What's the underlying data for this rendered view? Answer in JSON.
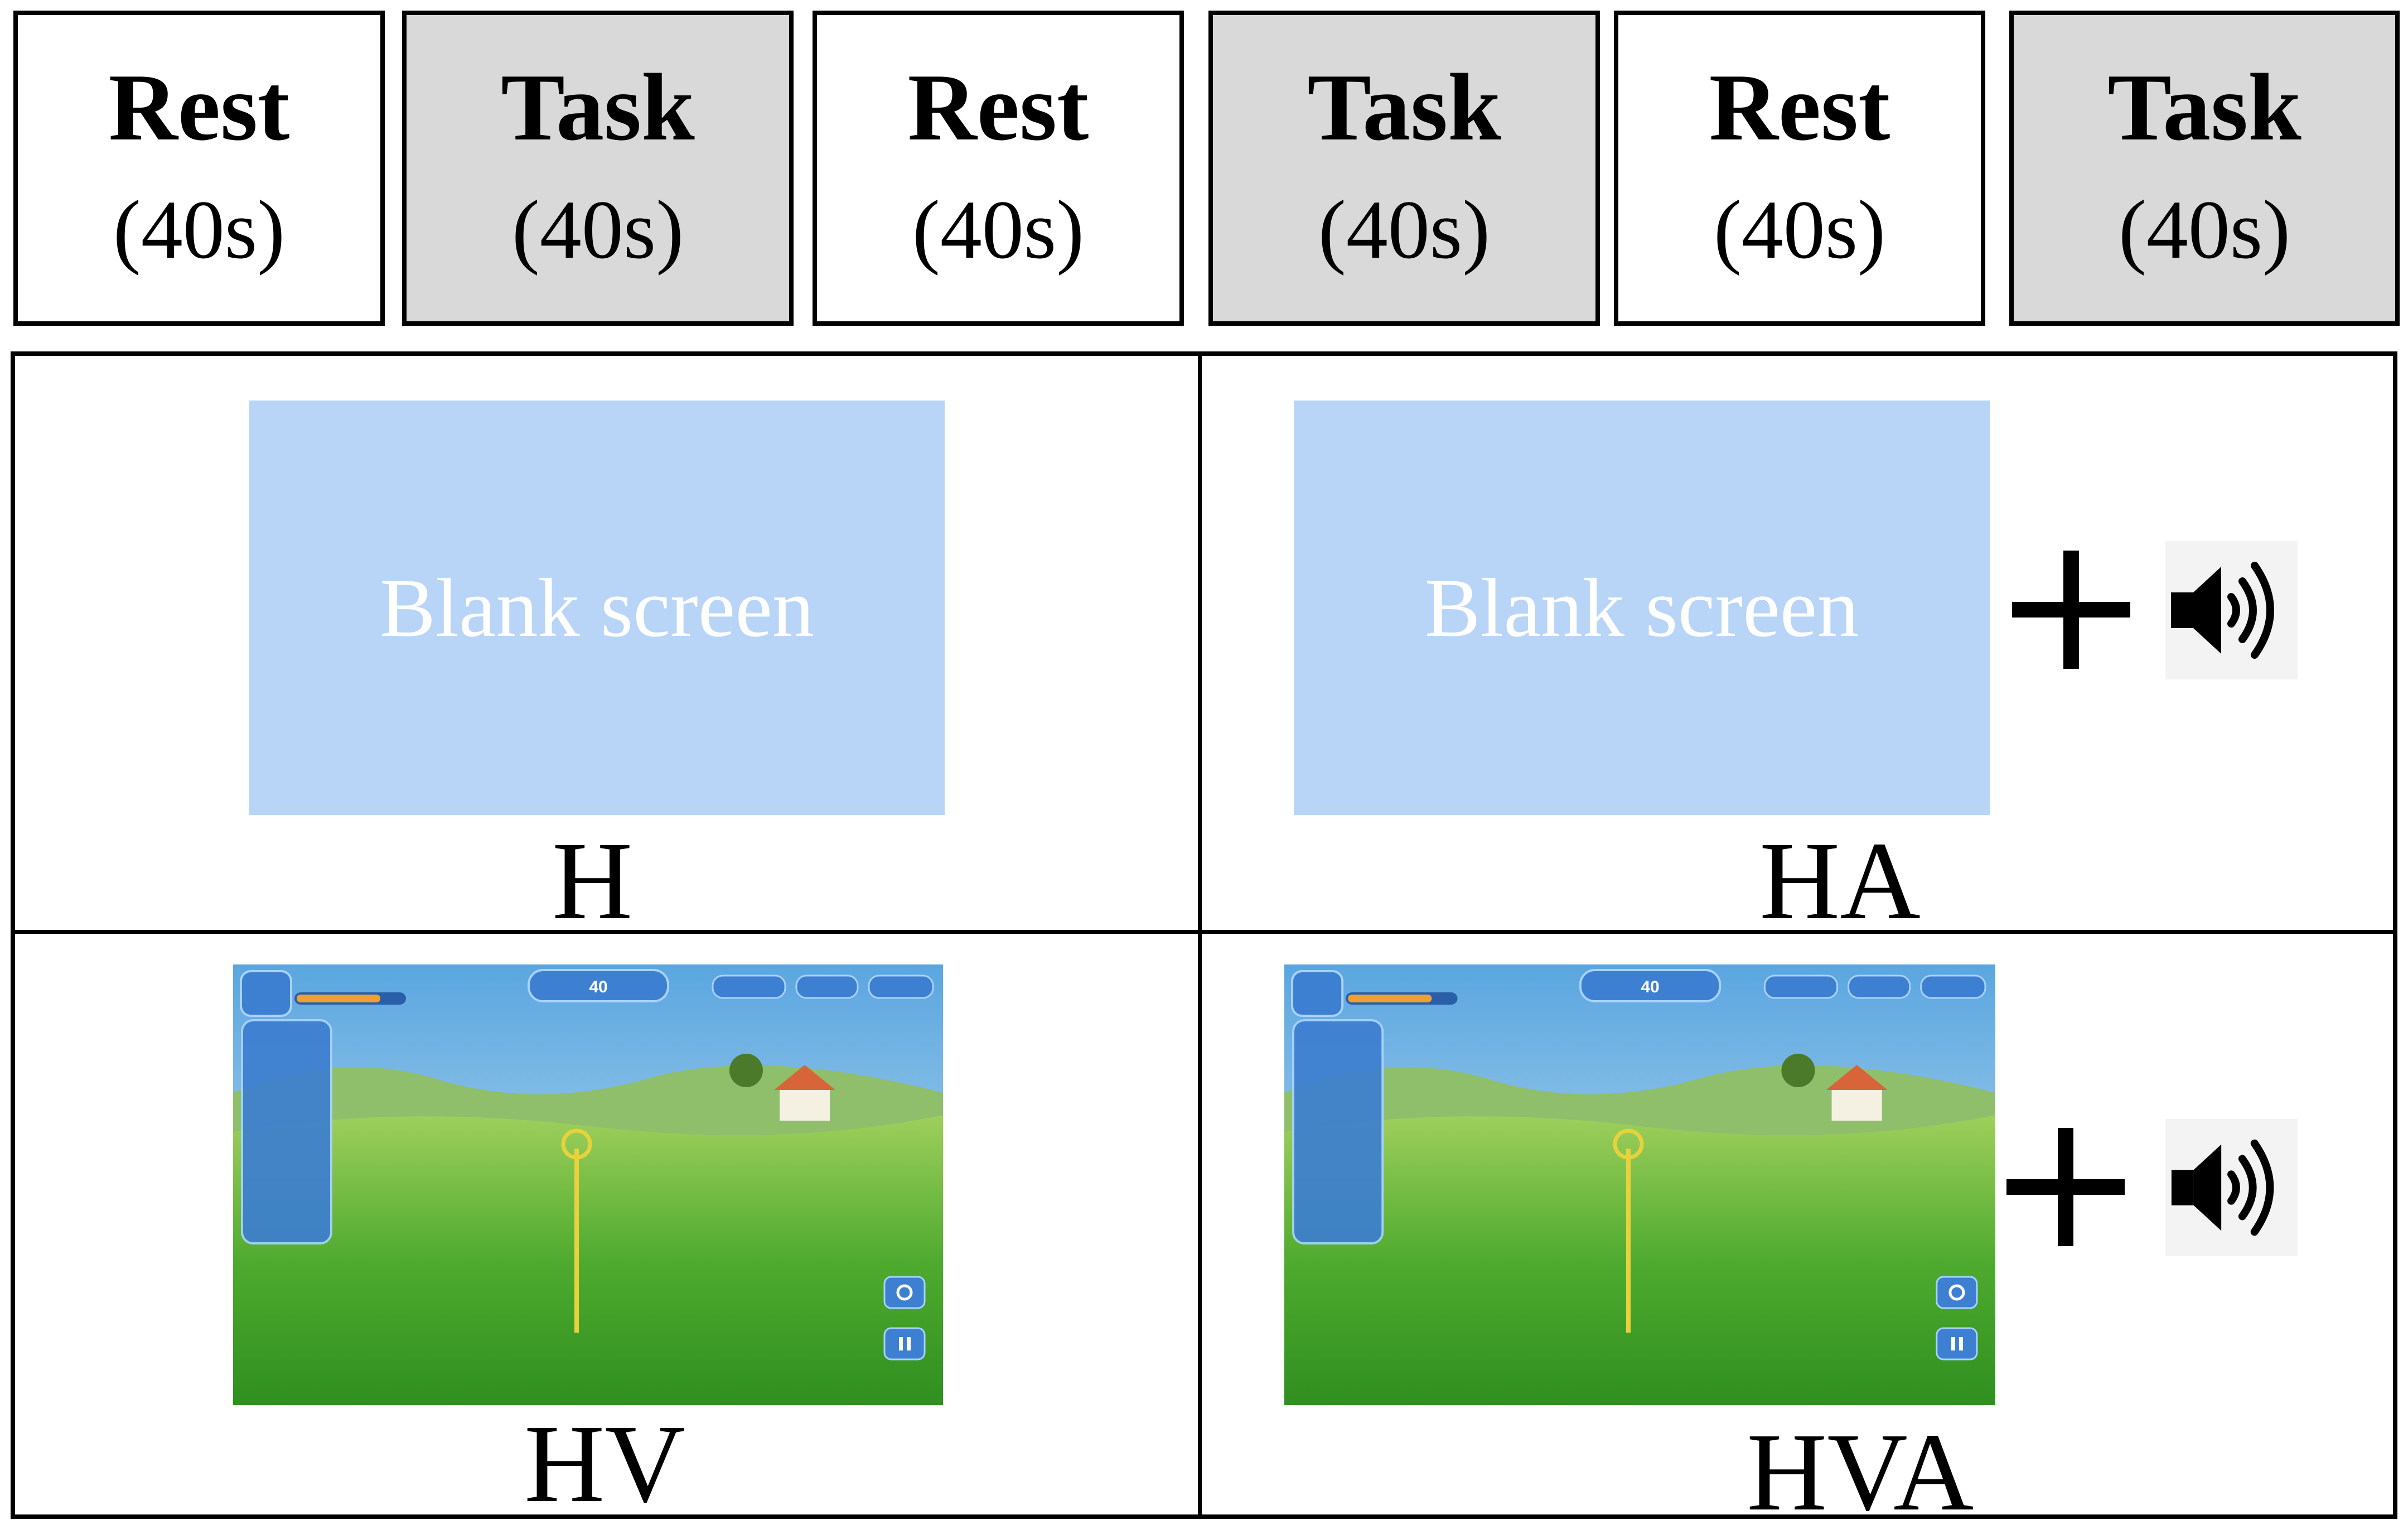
{
  "timeline": [
    {
      "label": "Rest",
      "duration": "(40s)",
      "kind": "rest"
    },
    {
      "label": "Task",
      "duration": "(40s)",
      "kind": "task"
    },
    {
      "label": "Rest",
      "duration": "(40s)",
      "kind": "rest"
    },
    {
      "label": "Task",
      "duration": "(40s)",
      "kind": "task"
    },
    {
      "label": "Rest",
      "duration": "(40s)",
      "kind": "rest"
    },
    {
      "label": "Task",
      "duration": "(40s)",
      "kind": "task"
    }
  ],
  "conditions": {
    "h": {
      "label": "H",
      "screen_text": "Blank screen"
    },
    "ha": {
      "label": "HA",
      "screen_text": "Blank screen",
      "extra": "audio"
    },
    "hv": {
      "label": "HV",
      "screen": "game-screenshot"
    },
    "hva": {
      "label": "HVA",
      "screen": "game-screenshot",
      "extra": "audio"
    }
  },
  "game_hud": {
    "timer": "40"
  },
  "colors": {
    "rest": "#ffffff",
    "task": "#d9d9d9",
    "blank_screen": "#b8d5f7"
  },
  "icons": [
    "plus-icon",
    "speaker-icon",
    "settings-icon",
    "pause-icon"
  ]
}
